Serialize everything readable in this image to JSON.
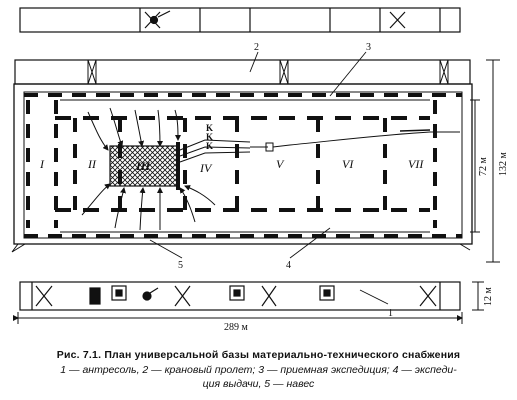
{
  "figure": {
    "caption_title": "Рис. 7.1. План универсальной базы материально-технического снабжения",
    "caption_line2": "1 — антресоль, 2 — крановый пролет; 3 — приемная экспедиция; 4 — экспеди-",
    "caption_line3": "ция выдачи, 5 — навес"
  },
  "plan": {
    "sections": [
      "I",
      "II",
      "III",
      "IV",
      "V",
      "VI",
      "VII"
    ],
    "leader_labels": [
      "1",
      "2",
      "3",
      "4",
      "5"
    ],
    "k_labels": [
      "K",
      "K",
      "K"
    ],
    "dimensions": {
      "length": "289 м",
      "inner_height": "72 м",
      "total_height": "132 м",
      "bottom_depth": "12 м"
    }
  }
}
